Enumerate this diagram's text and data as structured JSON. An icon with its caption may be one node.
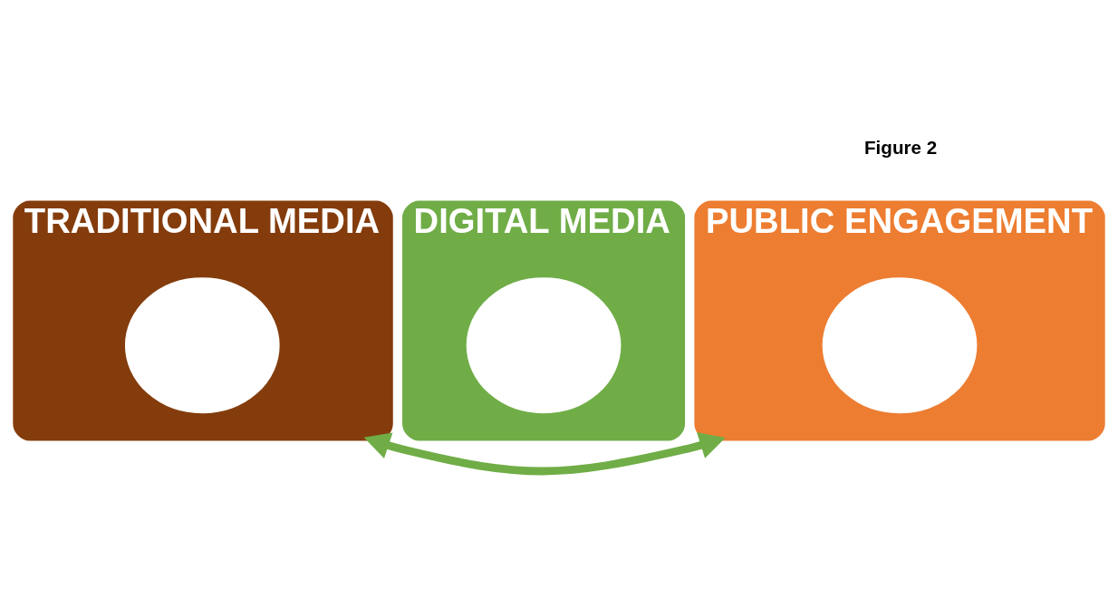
{
  "diagram": {
    "nodes": [
      {
        "text": [
          "TRADITIONAL MEDIA"
        ]
      },
      {
        "text": [],
        "shape": "circle",
        "in": 0
      },
      {
        "text": [
          "DIGITAL MEDIA"
        ]
      },
      {
        "text": [],
        "shape": "circle",
        "in": 2
      },
      {
        "text": [
          "PUBLIC ENGAGEMENT"
        ]
      },
      {
        "text": [],
        "shape": "circle",
        "in": 4
      }
    ],
    "edges": [
      {
        "from": 0,
        "to": 4,
        "arrow": "both"
      }
    ],
    "labels": [
      "Figure 2"
    ]
  }
}
